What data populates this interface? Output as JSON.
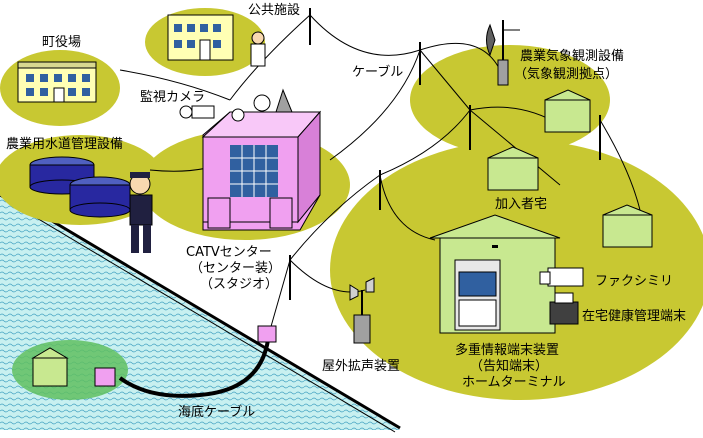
{
  "labels": {
    "town_office": "町役場",
    "public_facility": "公共施設",
    "cable": "ケーブル",
    "weather_line1": "農業気象観測設備",
    "weather_line2": "（気象観測拠点）",
    "surveillance_camera": "監視カメラ",
    "water_management": "農業用水道管理設備",
    "subscriber_home": "加入者宅",
    "catv_line1": "CATVセンター",
    "catv_line2": "（センター装）",
    "catv_line3": "（スタジオ）",
    "fax": "ファクシミリ",
    "home_health": "在宅健康管理端末",
    "outdoor_speaker": "屋外拡声装置",
    "terminal_line1": "多重情報端末装置",
    "terminal_line2": "（告知端末）",
    "terminal_line3": "ホームターミナル",
    "submarine_cable": "海底ケーブル"
  },
  "colors": {
    "ground": "#c8c832",
    "sea": "#c8f0f0",
    "building": "#ffffb4",
    "center": "#f0a0f0",
    "center_windows": "#3060a0",
    "tank": "#2828a0",
    "line": "#000000"
  }
}
